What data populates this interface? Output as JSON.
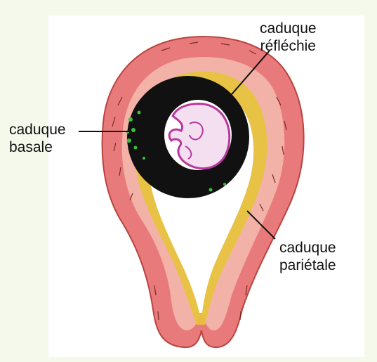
{
  "diagram": {
    "labels": {
      "reflechie": {
        "line1": "caduque",
        "line2": "réfléchie"
      },
      "basale": {
        "line1": "caduque",
        "line2": "basale"
      },
      "parietale": {
        "line1": "caduque",
        "line2": "pariétale"
      }
    },
    "colors": {
      "background": "#f4f9ec",
      "panel": "#ffffff",
      "uterine_wall": "#e97a7c",
      "wall_inner": "#f3b2a7",
      "decidua": "#e7c33a",
      "ovum": "#111111",
      "embryo": "#b8389c",
      "villi": "#3bbf3b"
    }
  }
}
